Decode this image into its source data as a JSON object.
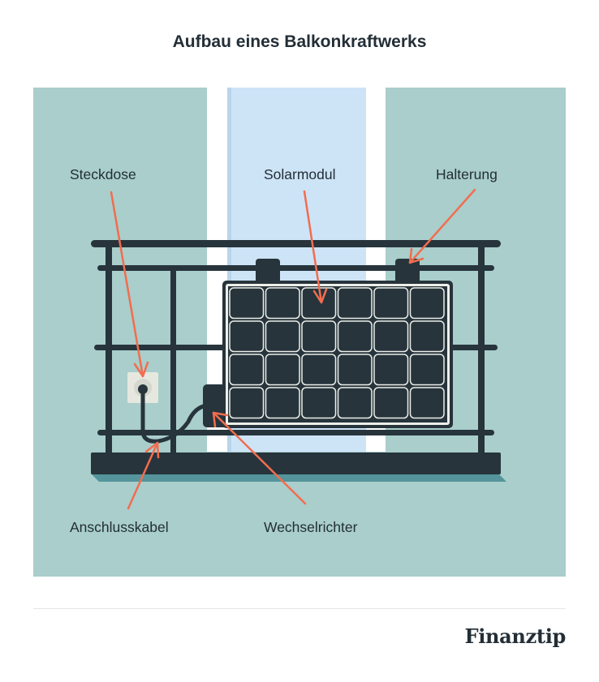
{
  "title": "Aufbau eines Balkonkraftwerks",
  "labels": {
    "steckdose": "Steckdose",
    "solarmodul": "Solarmodul",
    "halterung": "Halterung",
    "anschlusskabel": "Anschlusskabel",
    "wechselrichter": "Wechselrichter"
  },
  "brand": "Finanztip",
  "colors": {
    "wall": "#a9cecb",
    "window": "#cde4f7",
    "frame": "#ffffff",
    "dark": "#27343c",
    "accent": "#f26d4f",
    "shadow": "#54949a"
  }
}
